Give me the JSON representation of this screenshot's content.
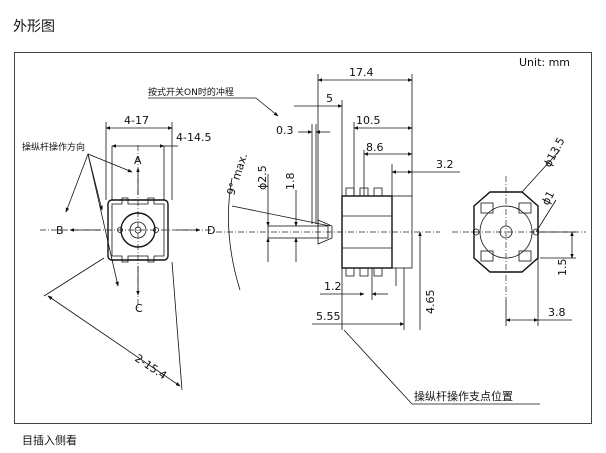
{
  "page_title": "外形图",
  "footnote": "目插入侧看",
  "unit_label": "Unit: mm",
  "labels": {
    "operating_direction": "操纵杆操作方向",
    "on_stroke": "按式开关ON时的冲程",
    "fulcrum": "操纵杆操作支点位置"
  },
  "directions": {
    "a": "A",
    "b": "B",
    "c": "C",
    "d": "D"
  },
  "dimensions": {
    "d_4_17": "4-17",
    "d_4_14_5": "4-14.5",
    "d_2_15_4": "2-15.4",
    "d_9_max": "9° max.",
    "d_phi_2_5": "ϕ2.5",
    "d_1_8": "1.8",
    "d_0_3": "0.3",
    "d_17_4": "17.4",
    "d_5": "5",
    "d_10_5": "10.5",
    "d_8_6": "8.6",
    "d_3_2": "3.2",
    "d_1_2": "1.2",
    "d_5_55": "5.55",
    "d_4_65": "4.65",
    "d_phi_13_5": "ϕ13.5",
    "d_phi_1": "ϕ1",
    "d_1_5": "1.5",
    "d_3_8": "3.8"
  }
}
